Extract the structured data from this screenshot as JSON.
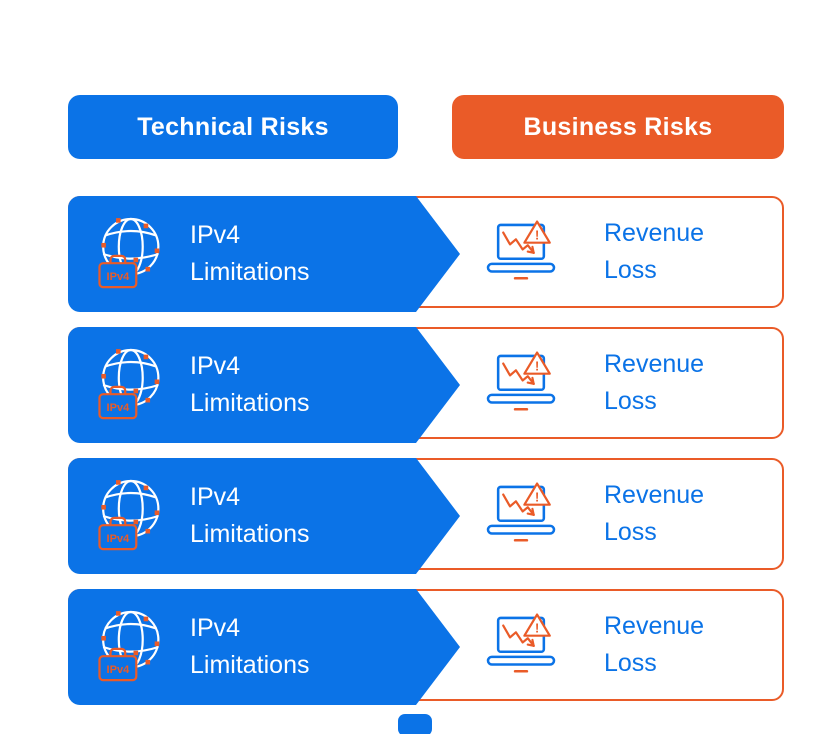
{
  "colors": {
    "blue": "#0b73e7",
    "orange": "#ea5b28",
    "background": "#ffffff"
  },
  "headers": {
    "technical": {
      "label": "Technical Risks"
    },
    "business": {
      "label": "Business Risks"
    }
  },
  "rows": [
    {
      "technical_label": "IPv4 Limitations",
      "business_label": "Revenue Loss"
    },
    {
      "technical_label": "IPv4 Limitations",
      "business_label": "Revenue Loss"
    },
    {
      "technical_label": "IPv4 Limitations",
      "business_label": "Revenue Loss"
    },
    {
      "technical_label": "IPv4 Limitations",
      "business_label": "Revenue Loss"
    }
  ],
  "icons": {
    "globe_badge": "IPv4",
    "warning_glyph": "!"
  }
}
